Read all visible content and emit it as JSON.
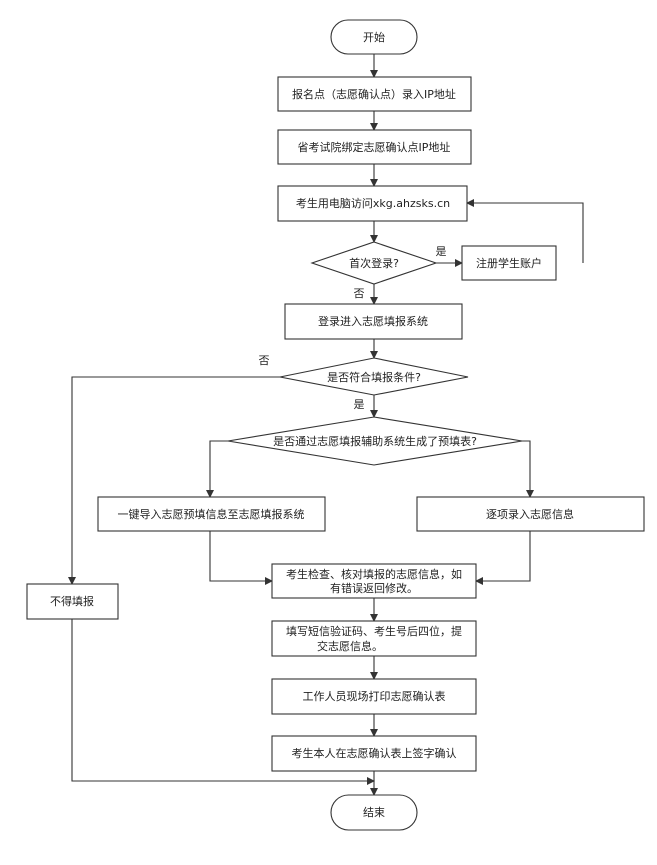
{
  "nodes": {
    "start": "开始",
    "n1": "报名点（志愿确认点）录入IP地址",
    "n2": "省考试院绑定志愿确认点IP地址",
    "n3": "考生用电脑访问xkg.ahzsks.cn",
    "d1": "首次登录?",
    "reg": "注册学生账户",
    "n4": "登录进入志愿填报系统",
    "d2": "是否符合填报条件?",
    "d3": "是否通过志愿填报辅助系统生成了预填表?",
    "left": "一键导入志愿预填信息至志愿填报系统",
    "right": "逐项录入志愿信息",
    "check_l1": "考生检查、核对填报的志愿信息，如",
    "check_l2": "有错误返回修改。",
    "sms_l1": "填写短信验证码、考生号后四位，提",
    "sms_l2": "交志愿信息。",
    "print": "工作人员现场打印志愿确认表",
    "sign": "考生本人在志愿确认表上签字确认",
    "reject": "不得填报",
    "end": "结束"
  },
  "edge_labels": {
    "d1_yes": "是",
    "d1_no": "否",
    "d2_no": "否",
    "d2_yes": "是"
  }
}
